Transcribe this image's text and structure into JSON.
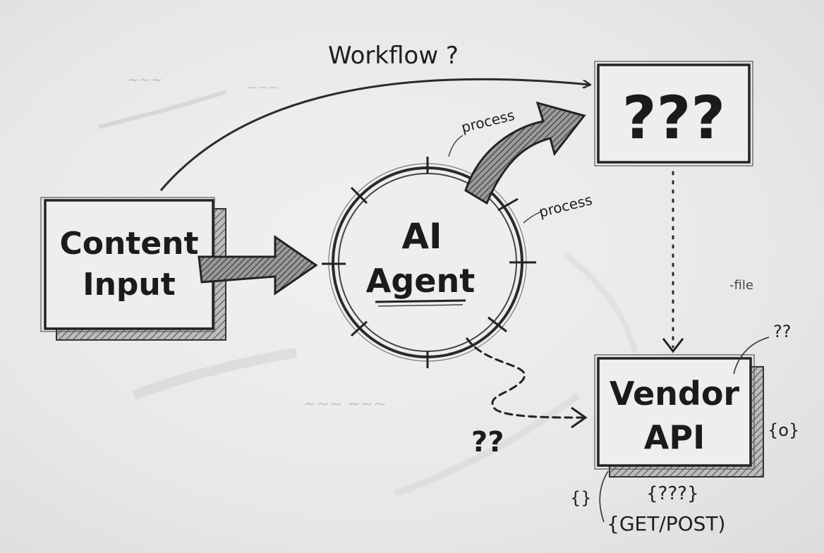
{
  "diagram": {
    "workflow_label": "Workflow ?",
    "content_input": {
      "line1": "Content",
      "line2": "Input"
    },
    "ai_agent": {
      "line1": "AI",
      "line2": "Agent"
    },
    "unknown_box": "???",
    "vendor_api": {
      "line1": "Vendor",
      "line2": "API"
    },
    "process_label_top": "process",
    "process_label_right": "process",
    "dashed_question": "??",
    "side_question": "??",
    "braces_placeholder": "{???}",
    "get_post": "{GET/POST)",
    "file_note": "-file",
    "bracket_note": "{o}",
    "brace_note": "{}"
  }
}
